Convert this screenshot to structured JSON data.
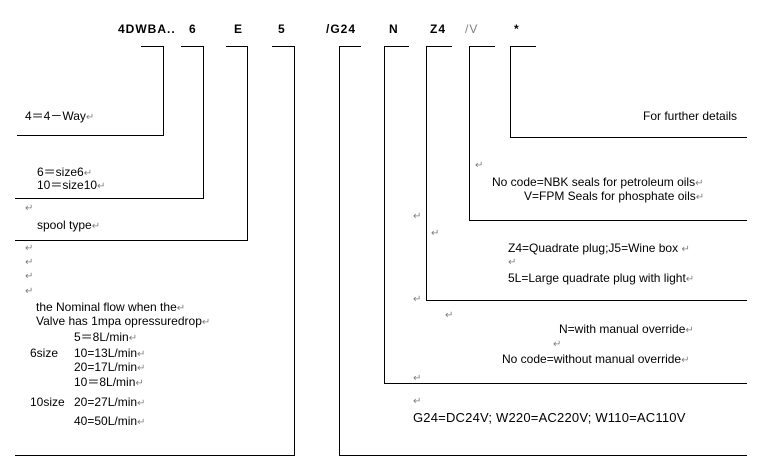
{
  "model_code": {
    "prefix": "4DWBA..",
    "size": "6",
    "spool": "E",
    "flow": "5",
    "voltage": "/G24",
    "override": "N",
    "plug": "Z4",
    "seal": "/V",
    "extra": "*"
  },
  "return_mark": "↵",
  "descriptions": {
    "way": "4＝4－Way",
    "size": [
      "6＝size6",
      "10＝size10"
    ],
    "spool": "spool type",
    "flow_intro": [
      "the Nominal flow when the",
      "Valve has 1mpa opressuredrop"
    ],
    "flow_rows": [
      {
        "group": "",
        "value": "5＝8L/min"
      },
      {
        "group": "6size",
        "value": "10=13L/min"
      },
      {
        "group": "",
        "value": "20=17L/min"
      },
      {
        "group": "",
        "value": "10＝8L/min"
      },
      {
        "group": "10size",
        "value": "20=27L/min"
      },
      {
        "group": "",
        "value": "40=50L/min"
      }
    ],
    "extra": "For further details",
    "seal": [
      "No code=NBK seals for petroleum oils",
      "V=FPM Seals for phosphate oils"
    ],
    "plug": [
      "Z4=Quadrate plug;J5=Wine box",
      "5L=Large quadrate plug with light"
    ],
    "override": [
      "N=with manual override",
      "No code=without manual override"
    ],
    "voltage": "G24=DC24V; W220=AC220V; W110=AC110V"
  }
}
